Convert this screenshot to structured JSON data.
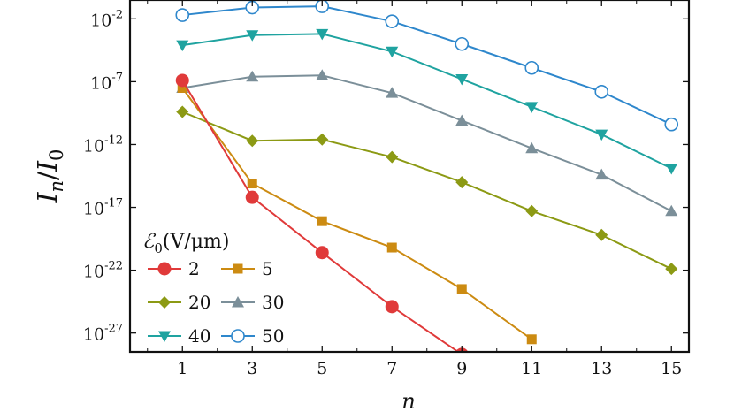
{
  "chart_data": {
    "type": "line",
    "title": "",
    "xlabel": "n",
    "ylabel_main": "I",
    "ylabel_sub_n": "n",
    "ylabel_slash": "/",
    "ylabel_sub_0": "0",
    "y_scale": "log",
    "xlim": [
      -0.5,
      15.5
    ],
    "ylim_exponent": [
      -28.5,
      -0.5
    ],
    "x_ticks": [
      "1",
      "3",
      "5",
      "7",
      "9",
      "11",
      "13",
      "15"
    ],
    "y_ticks": [
      {
        "base": "10",
        "exp": "-2",
        "value": -2
      },
      {
        "base": "10",
        "exp": "-7",
        "value": -7
      },
      {
        "base": "10",
        "exp": "-12",
        "value": -12
      },
      {
        "base": "10",
        "exp": "-17",
        "value": -17
      },
      {
        "base": "10",
        "exp": "-22",
        "value": -22
      },
      {
        "base": "10",
        "exp": "-27",
        "value": -27
      }
    ],
    "legend": {
      "position": "lower-left",
      "title_symbol": "ℰ",
      "title_sub": "0",
      "title_units": "(V/μm)"
    },
    "series": [
      {
        "name": "2",
        "color": "#e03a3a",
        "marker": "circle-filled",
        "x": [
          1,
          3,
          5,
          7,
          9
        ],
        "y_log10": [
          -6.9,
          -16.2,
          -20.6,
          -24.9,
          -28.7
        ]
      },
      {
        "name": "5",
        "color": "#cc8b12",
        "marker": "square",
        "x": [
          1,
          3,
          5,
          7,
          9,
          11
        ],
        "y_log10": [
          -7.5,
          -15.1,
          -18.1,
          -20.2,
          -23.5,
          -27.5
        ]
      },
      {
        "name": "20",
        "color": "#8c9a14",
        "marker": "diamond",
        "x": [
          1,
          3,
          5,
          7,
          9,
          11,
          13,
          15
        ],
        "y_log10": [
          -9.4,
          -11.7,
          -11.6,
          -13.0,
          -15.0,
          -17.3,
          -19.2,
          -21.9
        ]
      },
      {
        "name": "30",
        "color": "#7b8f99",
        "marker": "triangle-up",
        "x": [
          1,
          3,
          5,
          7,
          9,
          11,
          13,
          15
        ],
        "y_log10": [
          -7.5,
          -6.6,
          -6.5,
          -7.9,
          -10.1,
          -12.3,
          -14.4,
          -17.3
        ]
      },
      {
        "name": "40",
        "color": "#1fa3a0",
        "marker": "triangle-down",
        "x": [
          1,
          3,
          5,
          7,
          9,
          11,
          13,
          15
        ],
        "y_log10": [
          -4.1,
          -3.3,
          -3.2,
          -4.6,
          -6.8,
          -9.0,
          -11.2,
          -13.9
        ]
      },
      {
        "name": "50",
        "color": "#2e87cc",
        "marker": "circle-open",
        "x": [
          1,
          3,
          5,
          7,
          9,
          11,
          13,
          15
        ],
        "y_log10": [
          -1.7,
          -1.1,
          -1.0,
          -2.2,
          -4.0,
          -5.9,
          -7.8,
          -10.4
        ]
      }
    ]
  }
}
